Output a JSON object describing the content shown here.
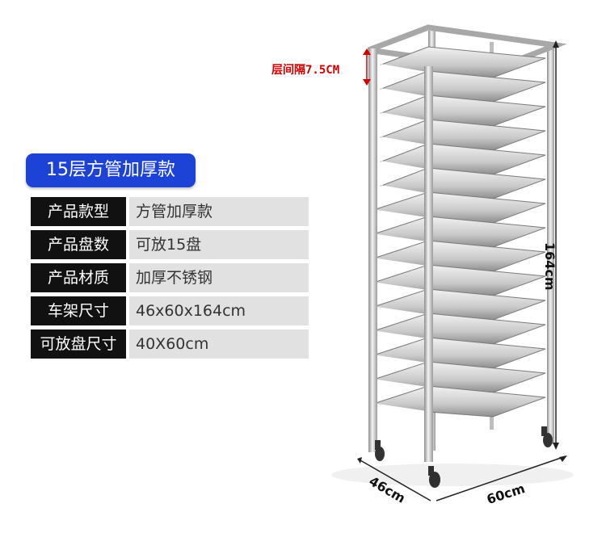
{
  "badge": "15层方管加厚款",
  "specs": [
    {
      "label": "产品款型",
      "value": "方管加厚款"
    },
    {
      "label": "产品盘数",
      "value": "可放15盘"
    },
    {
      "label": "产品材质",
      "value": "加厚不锈钢"
    },
    {
      "label": "车架尺寸",
      "value": "46x60x164cm"
    },
    {
      "label": "可放盘尺寸",
      "value": "40X60cm"
    }
  ],
  "annotations": {
    "layer_gap": "层间隔7.5CM",
    "height": "164cm",
    "depth": "46cm",
    "width": "60cm"
  },
  "colors": {
    "badge": "#1d43d6",
    "label_bg": "#111111",
    "value_bg": "#e1e1e1",
    "gap_text": "#d40000"
  }
}
